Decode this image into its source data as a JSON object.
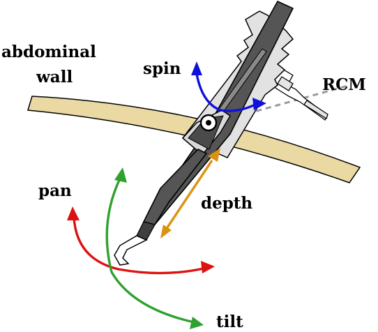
{
  "labels": {
    "abdominal_line1": "abdominal",
    "abdominal_line2": "wall",
    "spin": "spin",
    "rcm": "RCM",
    "pan": "pan",
    "depth": "depth",
    "tilt": "tilt"
  },
  "colors": {
    "wall_fill": "#ead9a2",
    "tool_body": "#555555",
    "tool_dark": "#3f3f3f",
    "outline": "#000000",
    "spin": "#1010dd",
    "depth": "#dc9211",
    "pan": "#dd1111",
    "tilt": "#2fa12f",
    "rcm_line": "#9a9a9a"
  },
  "icons": {
    "rcm_marker": "rcm-point-icon"
  }
}
